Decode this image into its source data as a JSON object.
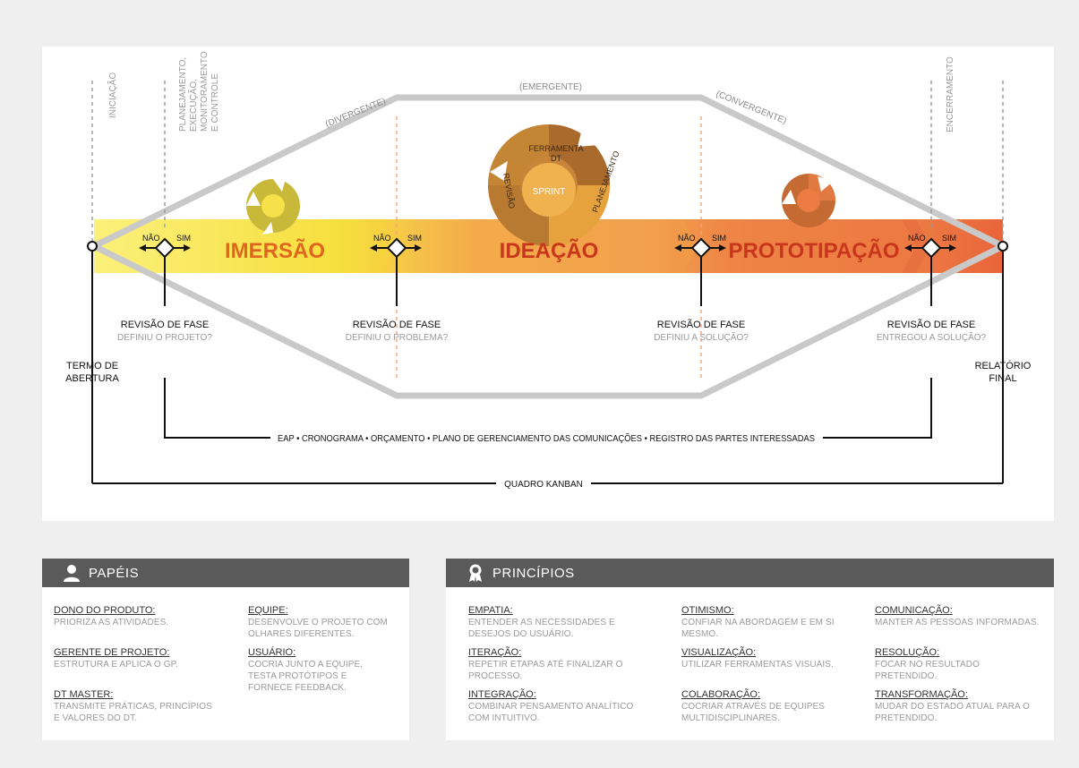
{
  "diagram": {
    "top_labels": {
      "iniciacao": "INICIAÇÃO",
      "planejamento": [
        "PLANEJAMENTO,",
        "EXECUÇÃO,",
        "MONITORAMENTO",
        "E CONTROLE"
      ],
      "encerramento": "ENCERRAMENTO"
    },
    "shape_labels": {
      "divergente": "(DIVERGENTE)",
      "emergente": "(EMERGENTE)",
      "convergente": "(CONVERGENTE)"
    },
    "phases": [
      "IMERSÃO",
      "IDEAÇÃO",
      "PROTOTIPAÇÃO"
    ],
    "sprint": {
      "center": "SPRINT",
      "ferramenta": [
        "FERRAMENTA",
        "DT"
      ],
      "revisao": "REVISÃO",
      "planejamento": "PLANEJAMENTO"
    },
    "gate_labels": {
      "no": "NÃO",
      "yes": "SIM"
    },
    "reviews": [
      {
        "title": "REVISÃO DE FASE",
        "question": "DEFINIU O PROJETO?"
      },
      {
        "title": "REVISÃO DE FASE",
        "question": "DEFINIU O PROBLEMA?"
      },
      {
        "title": "REVISÃO DE FASE",
        "question": "DEFINIU A SOLUÇÃO?"
      },
      {
        "title": "REVISÃO DE FASE",
        "question": "ENTREGOU A SOLUÇÃO?"
      }
    ],
    "start": [
      "TERMO DE",
      "ABERTURA"
    ],
    "end": [
      "RELATÓRIO",
      "FINAL"
    ],
    "artifacts_line": "EAP • CRONOGRAMA • ORÇAMENTO • PLANO DE GERENCIAMENTO DAS COMUNICAÇÕES • REGISTRO DAS PARTES INTERESSADAS",
    "kanban_line": "QUADRO KANBAN"
  },
  "papeis": {
    "header": "PAPÉIS",
    "icon": "person-icon",
    "items": [
      {
        "title": "DONO DO PRODUTO:",
        "desc": "PRIORIZA AS ATIVIDADES."
      },
      {
        "title": "GERENTE DE PROJETO:",
        "desc": "ESTRUTURA E APLICA O GP."
      },
      {
        "title": "DT MASTER:",
        "desc": "TRANSMITE PRÁTICAS, PRINCÍPIOS E VALORES DO DT."
      },
      {
        "title": "EQUIPE:",
        "desc": "DESENVOLVE O PROJETO COM OLHARES DIFERENTES."
      },
      {
        "title": "USUÁRIO:",
        "desc": "COCRIA JUNTO A EQUIPE, TESTA PROTÓTIPOS E FORNECE FEEDBACK."
      }
    ]
  },
  "principios": {
    "header": "PRINCÍPIOS",
    "icon": "award-ribbon-icon",
    "items": [
      {
        "title": "EMPATIA:",
        "desc": "ENTENDER AS NECESSIDADES E DESEJOS DO USUÁRIO."
      },
      {
        "title": "ITERAÇÃO:",
        "desc": "REPETIR ETAPAS ATÉ FINALIZAR O PROCESSO."
      },
      {
        "title": "INTEGRAÇÃO:",
        "desc": "COMBINAR PENSAMENTO ANALÍTICO COM INTUITIVO."
      },
      {
        "title": "OTIMISMO:",
        "desc": "CONFIAR NA ABORDAGEM E EM SI MESMO."
      },
      {
        "title": "VISUALIZAÇÃO:",
        "desc": "UTILIZAR FERRAMENTAS VISUAIS."
      },
      {
        "title": "COLABORAÇÃO:",
        "desc": "COCRIAR ATRAVÉS DE EQUIPES MULTIDISCIPLINARES."
      },
      {
        "title": "COMUNICAÇÃO:",
        "desc": "MANTER AS PESSOAS INFORMADAS."
      },
      {
        "title": "RESOLUÇÃO:",
        "desc": "FOCAR NO RESULTADO PRETENDIDO."
      },
      {
        "title": "TRANSFORMAÇÃO:",
        "desc": "MUDAR DO ESTADO ATUAL PARA O PRETENDIDO."
      }
    ]
  },
  "colors": {
    "imersao": "#f7e14a",
    "ideacao": "#f3a24c",
    "prototipacao": "#ec7c44",
    "phase_text": "#e0661f",
    "gray_frame": "#c9c9c9",
    "header_bg": "#5a5a5a"
  }
}
